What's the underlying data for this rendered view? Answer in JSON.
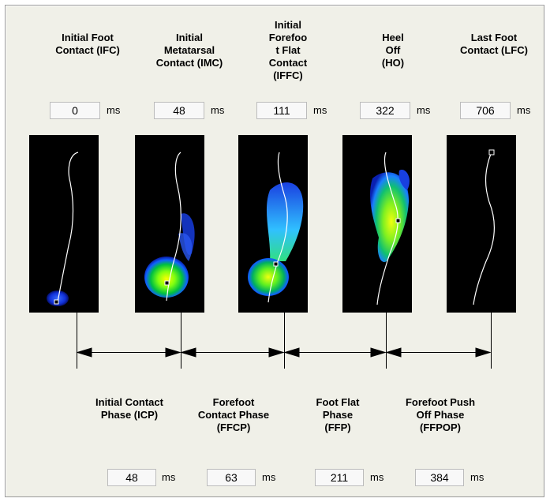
{
  "events": [
    {
      "label": "Initial Foot\nContact (IFC)",
      "value": "0",
      "unit": "ms"
    },
    {
      "label": "Initial\nMetatarsal\nContact (IMC)",
      "value": "48",
      "unit": "ms"
    },
    {
      "label": "Initial\nForefoo\nt Flat\nContact\n(IFFC)",
      "value": "111",
      "unit": "ms"
    },
    {
      "label": "Heel\nOff\n(HO)",
      "value": "322",
      "unit": "ms"
    },
    {
      "label": "Last Foot\nContact (LFC)",
      "value": "706",
      "unit": "ms"
    }
  ],
  "phases": [
    {
      "label": "Initial Contact\nPhase (ICP)",
      "value": "48",
      "unit": "ms"
    },
    {
      "label": "Forefoot\nContact Phase\n(FFCP)",
      "value": "63",
      "unit": "ms"
    },
    {
      "label": "Foot Flat\nPhase\n(FFP)",
      "value": "211",
      "unit": "ms"
    },
    {
      "label": "Forefoot Push\nOff Phase\n(FFPOP)",
      "value": "384",
      "unit": "ms"
    }
  ]
}
